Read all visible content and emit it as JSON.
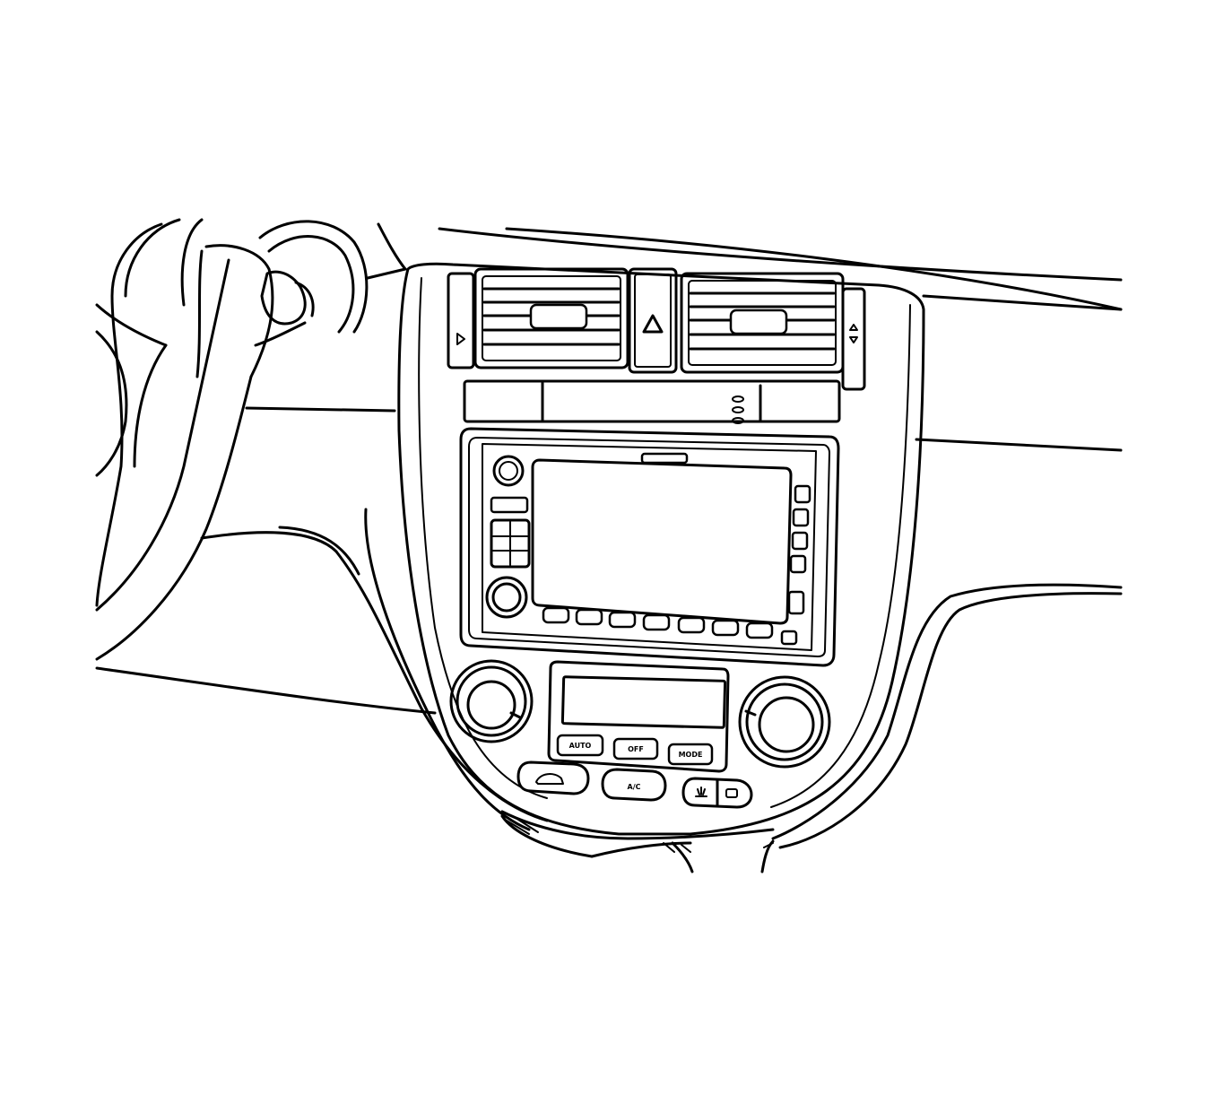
{
  "climate_buttons": {
    "auto_label": "AUTO",
    "off_label": "OFF",
    "mode_label": "MODE",
    "ac_label": "A/C"
  },
  "icons": {
    "hazard": "hazard-triangle-icon",
    "recirculation": "recirculation-icon",
    "front_defrost": "front-defrost-icon",
    "rear_defrost": "rear-defrost-icon"
  },
  "colors": {
    "line": "#000000",
    "background": "#ffffff"
  }
}
